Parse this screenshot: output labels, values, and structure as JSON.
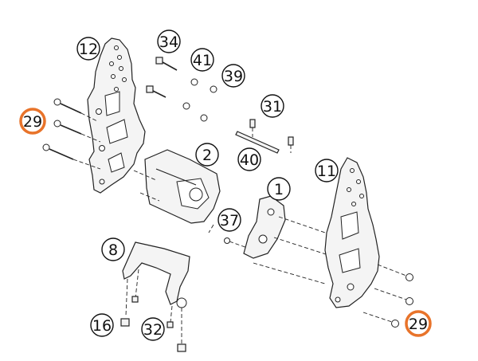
{
  "diagram": {
    "highlight_color": "#e8732a",
    "callouts": [
      {
        "id": "c12",
        "label": "12",
        "highlight": false
      },
      {
        "id": "c34",
        "label": "34",
        "highlight": false
      },
      {
        "id": "c41",
        "label": "41",
        "highlight": false
      },
      {
        "id": "c39",
        "label": "39",
        "highlight": false
      },
      {
        "id": "c31",
        "label": "31",
        "highlight": false
      },
      {
        "id": "c29a",
        "label": "29",
        "highlight": true
      },
      {
        "id": "c2",
        "label": "2",
        "highlight": false
      },
      {
        "id": "c40",
        "label": "40",
        "highlight": false
      },
      {
        "id": "c1",
        "label": "1",
        "highlight": false
      },
      {
        "id": "c11",
        "label": "11",
        "highlight": false
      },
      {
        "id": "c37",
        "label": "37",
        "highlight": false
      },
      {
        "id": "c8",
        "label": "8",
        "highlight": false
      },
      {
        "id": "c16",
        "label": "16",
        "highlight": false
      },
      {
        "id": "c32",
        "label": "32",
        "highlight": false
      },
      {
        "id": "c29b",
        "label": "29",
        "highlight": true
      }
    ]
  }
}
